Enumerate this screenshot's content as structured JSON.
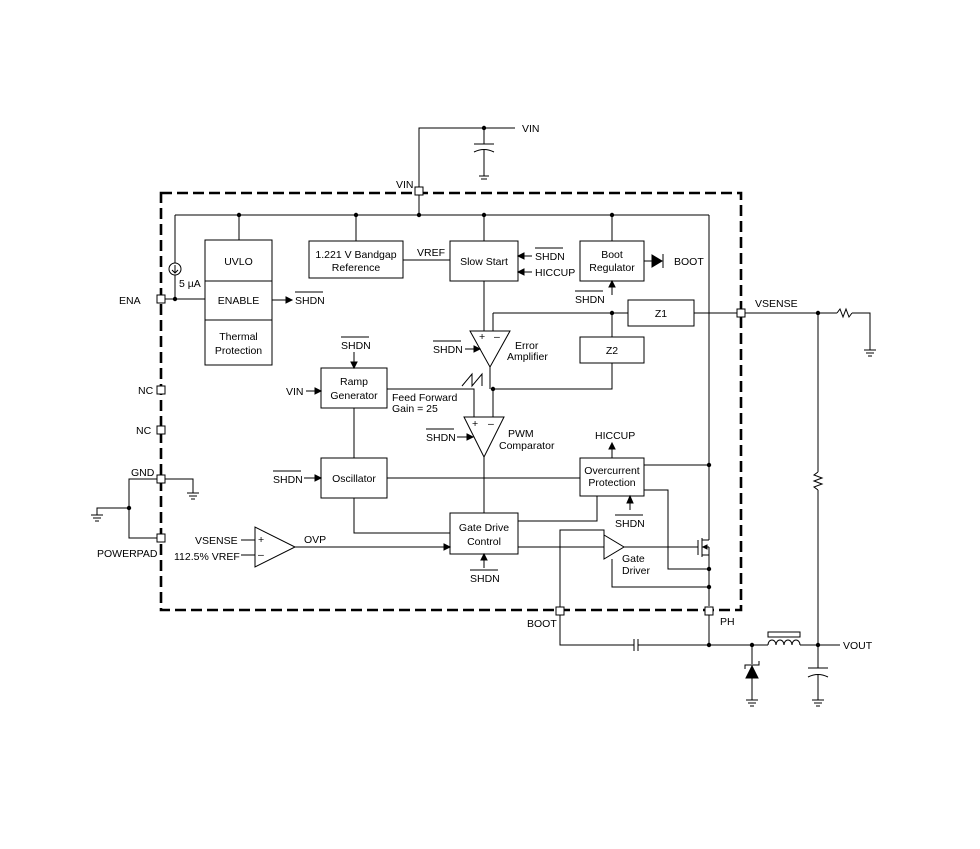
{
  "supply": {
    "vin": "VIN",
    "vin_pin": "VIN"
  },
  "pins": {
    "ena": "ENA",
    "nc1": "NC",
    "nc2": "NC",
    "gnd": "GND",
    "powerpad": "POWERPAD",
    "vsense": "VSENSE",
    "boot": "BOOT",
    "ph": "PH",
    "vout": "VOUT"
  },
  "blocks": {
    "uvlo": "UVLO",
    "enable": "ENABLE",
    "thermal_l1": "Thermal",
    "thermal_l2": "Protection",
    "bandgap_l1": "1.221 V Bandgap",
    "bandgap_l2": "Reference",
    "slow_start": "Slow Start",
    "boot_reg_l1": "Boot",
    "boot_reg_l2": "Regulator",
    "z1": "Z1",
    "z2": "Z2",
    "ramp_l1": "Ramp",
    "ramp_l2": "Generator",
    "oscillator": "Oscillator",
    "overcurrent_l1": "Overcurrent",
    "overcurrent_l2": "Protection",
    "gate_drive_l1": "Gate Drive",
    "gate_drive_l2": "Control"
  },
  "labels": {
    "current_source": "5 µA",
    "shdn": "SHDN",
    "vref": "VREF",
    "hiccup": "HICCUP",
    "boot_out": "BOOT",
    "error_amp_l1": "Error",
    "error_amp_l2": "Amplifier",
    "ff_l1": "Feed Forward",
    "ff_l2": "Gain = 25",
    "ramp_vin": "VIN",
    "pwm_l1": "PWM",
    "pwm_l2": "Comparator",
    "ovp_vsense": "VSENSE",
    "ovp_vref": "112.5% VREF",
    "ovp": "OVP",
    "gate_driver_l1": "Gate",
    "gate_driver_l2": "Driver",
    "plus": "+",
    "minus": "–"
  }
}
